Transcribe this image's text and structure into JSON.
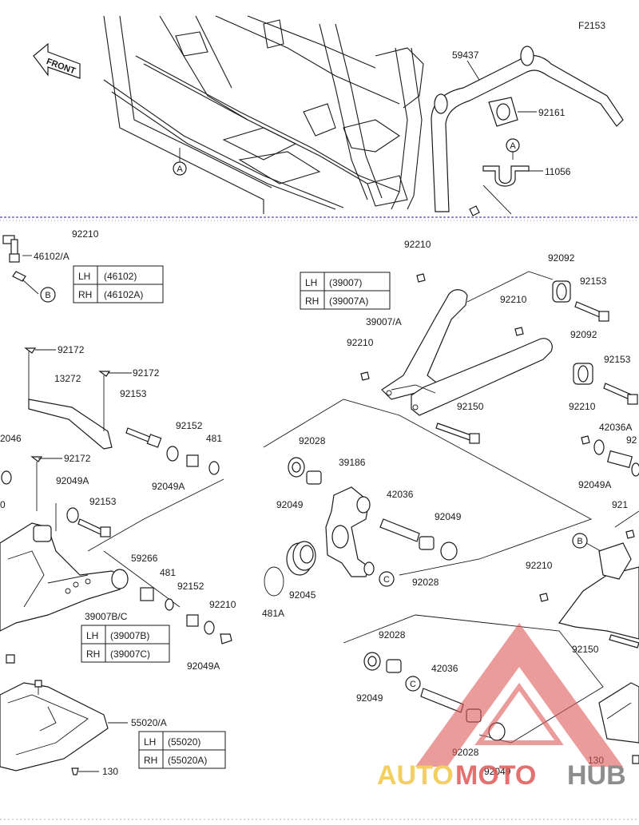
{
  "figure_code": "F2153",
  "front_label": "FRONT",
  "labels": {
    "l59437": "59437",
    "l92161": "92161",
    "l11056": "11056",
    "l92210_top": "92210",
    "l46102A": "46102/A",
    "l92172_a": "92172",
    "l92172_b": "92172",
    "l92172_c": "92172",
    "l13272": "13272",
    "l92153_a": "92153",
    "l92152_a": "92152",
    "l481_a": "481",
    "l92049A_a": "92049A",
    "l2046": "2046",
    "l92049A_b": "92049A",
    "l92153_b": "92153",
    "l59266": "59266",
    "l481_b": "481",
    "l92152_b": "92152",
    "l92210_b": "92210",
    "l39007BC": "39007B/C",
    "l92049A_c": "92049A",
    "l55020A": "55020/A",
    "l130_a": "130",
    "l92210_c": "92210",
    "l39007A": "39007/A",
    "l92092_a": "92092",
    "l92153_c": "92153",
    "l92210_d": "92210",
    "l92092_b": "92092",
    "l92210_e": "92210",
    "l92153_d": "92153",
    "l92150_a": "92150",
    "l92210_f": "92210",
    "l42036A": "42036A",
    "l92_r": "92",
    "l92049A_d": "92049A",
    "l92028_a": "92028",
    "l39186": "39186",
    "l92049_a": "92049",
    "l42036_a": "42036",
    "l92049_b": "92049",
    "l92028_b": "92028",
    "l92045": "92045",
    "l481A": "481A",
    "l921_r": "921",
    "l92210_g": "92210",
    "l92150_b": "92150",
    "l92028_c": "92028",
    "l42036_b": "42036",
    "l92049_c": "92049",
    "l92028_d": "92028",
    "l92049_d": "92049",
    "l130_b": "130",
    "l0_left": "0"
  },
  "callouts": {
    "A": "A",
    "B": "B",
    "C": "C"
  },
  "tables": {
    "t46102": [
      {
        "side": "LH",
        "part": "(46102)"
      },
      {
        "side": "RH",
        "part": "(46102A)"
      }
    ],
    "t39007": [
      {
        "side": "LH",
        "part": "(39007)"
      },
      {
        "side": "RH",
        "part": "(39007A)"
      }
    ],
    "t39007B": [
      {
        "side": "LH",
        "part": "(39007B)"
      },
      {
        "side": "RH",
        "part": "(39007C)"
      }
    ],
    "t55020": [
      {
        "side": "LH",
        "part": "(55020)"
      },
      {
        "side": "RH",
        "part": "(55020A)"
      }
    ]
  },
  "watermark": {
    "auto": "AUTO",
    "moto": "MOTO",
    "hub": "HUB",
    "color_triangle": "#e05858",
    "color_auto": "#f2c744",
    "color_hub": "#7a7a7a"
  }
}
